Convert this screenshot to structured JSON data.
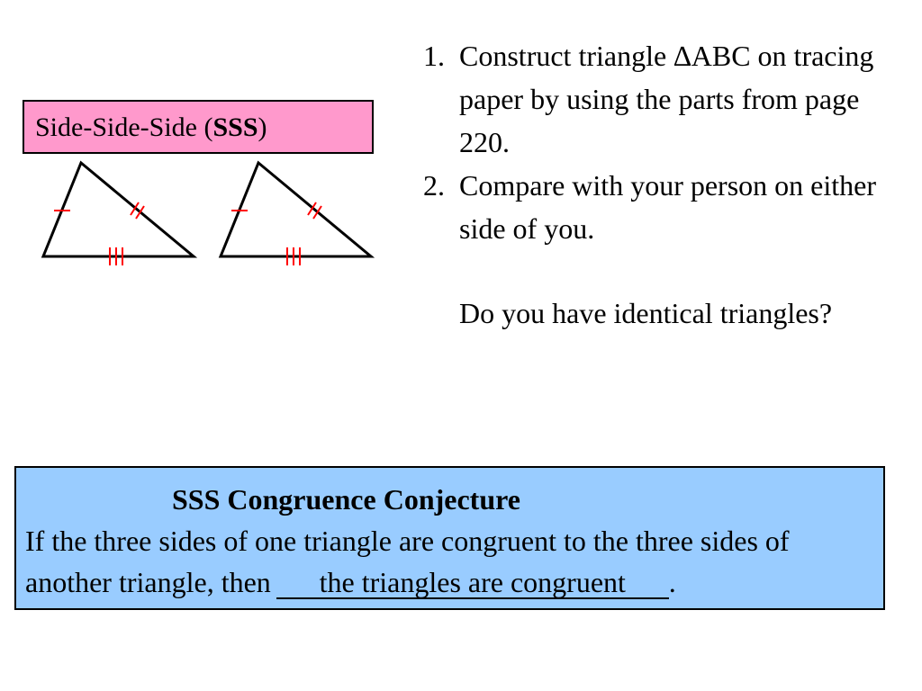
{
  "title_box": {
    "prefix": "Side-Side-Side (",
    "bold": "SSS",
    "suffix": ")",
    "background": "#ff99cc"
  },
  "steps": [
    {
      "number": "1.",
      "text": "Construct triangle ∆ABC on tracing paper by using the parts from page 220."
    },
    {
      "number": "2.",
      "text": "Compare with your person on either side of you."
    }
  ],
  "question": "Do you have identical triangles?",
  "conjecture": {
    "title": "SSS Congruence Conjecture",
    "statement": "If the three sides of one triangle are congruent to the three sides of another triangle, then",
    "answer": "the triangles are congruent",
    "end": ".",
    "background": "#99ccff"
  },
  "colors": {
    "tick_marks": "#ff0000",
    "outline": "#000000"
  }
}
